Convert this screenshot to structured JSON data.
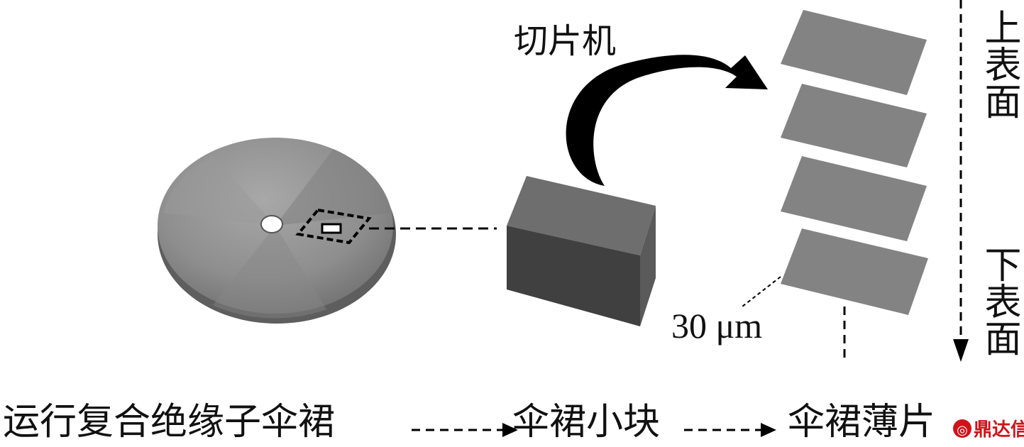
{
  "labels": {
    "slicer": "切片机",
    "upper_surface": "上表面",
    "lower_surface": "下表面",
    "thickness": "30 μm",
    "step_insulator": "运行复合绝缘子伞裙",
    "step_block": "伞裙小块",
    "step_slices": "伞裙薄片"
  },
  "watermark": {
    "text": "鼎达信",
    "color": "#d0121b"
  },
  "colors": {
    "disc": "#8f8f8f",
    "block_top": "#6e6e6e",
    "block_front": "#404040",
    "block_side": "#5a5a5a",
    "slice": "#838383",
    "ink": "#000000"
  }
}
